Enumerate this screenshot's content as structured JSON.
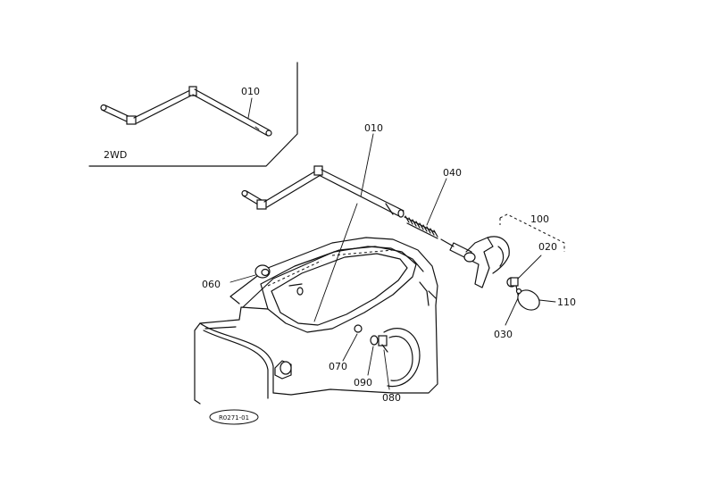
{
  "inset": {
    "label": "2WD",
    "part_label": "010"
  },
  "labels": {
    "p010": "010",
    "p040": "040",
    "p100": "100",
    "p020": "020",
    "p110": "110",
    "p030": "030",
    "p060": "060",
    "p070": "070",
    "p090": "090",
    "p080": "080"
  },
  "ref_code": "R0271-01"
}
